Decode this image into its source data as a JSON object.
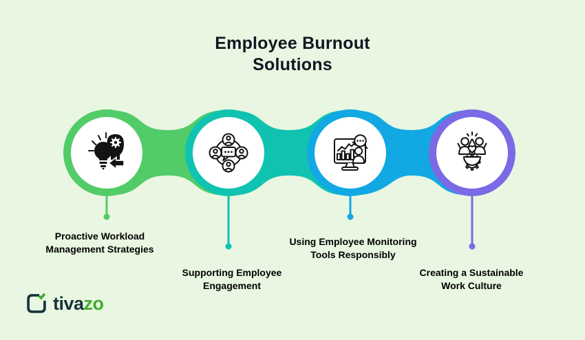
{
  "title": "Employee Burnout\nSolutions",
  "steps": [
    {
      "label": "Proactive Workload\nManagement Strategies",
      "icon": "idea-bulb-head-gear-icon",
      "color": "#52cc68"
    },
    {
      "label": "Supporting Employee\nEngagement",
      "icon": "team-chat-network-icon",
      "color": "#10c3b0"
    },
    {
      "label": "Using Employee Monitoring\nTools Responsibly",
      "icon": "monitor-analytics-magnifier-icon",
      "color": "#11a8e3"
    },
    {
      "label": "Creating a Sustainable\nWork Culture",
      "icon": "teamwork-heart-gear-icon",
      "color": "#7a6ae6"
    }
  ],
  "logo": {
    "text_primary": "tiva",
    "text_accent": "zo",
    "primary_color": "#16323c",
    "accent_color": "#3fae2c",
    "mark": "rounded-square-check-icon"
  },
  "colors": {
    "background": "#e9f6e1",
    "text": "#111722",
    "icon_ink": "#131313",
    "circle_fill": "#ffffff"
  }
}
